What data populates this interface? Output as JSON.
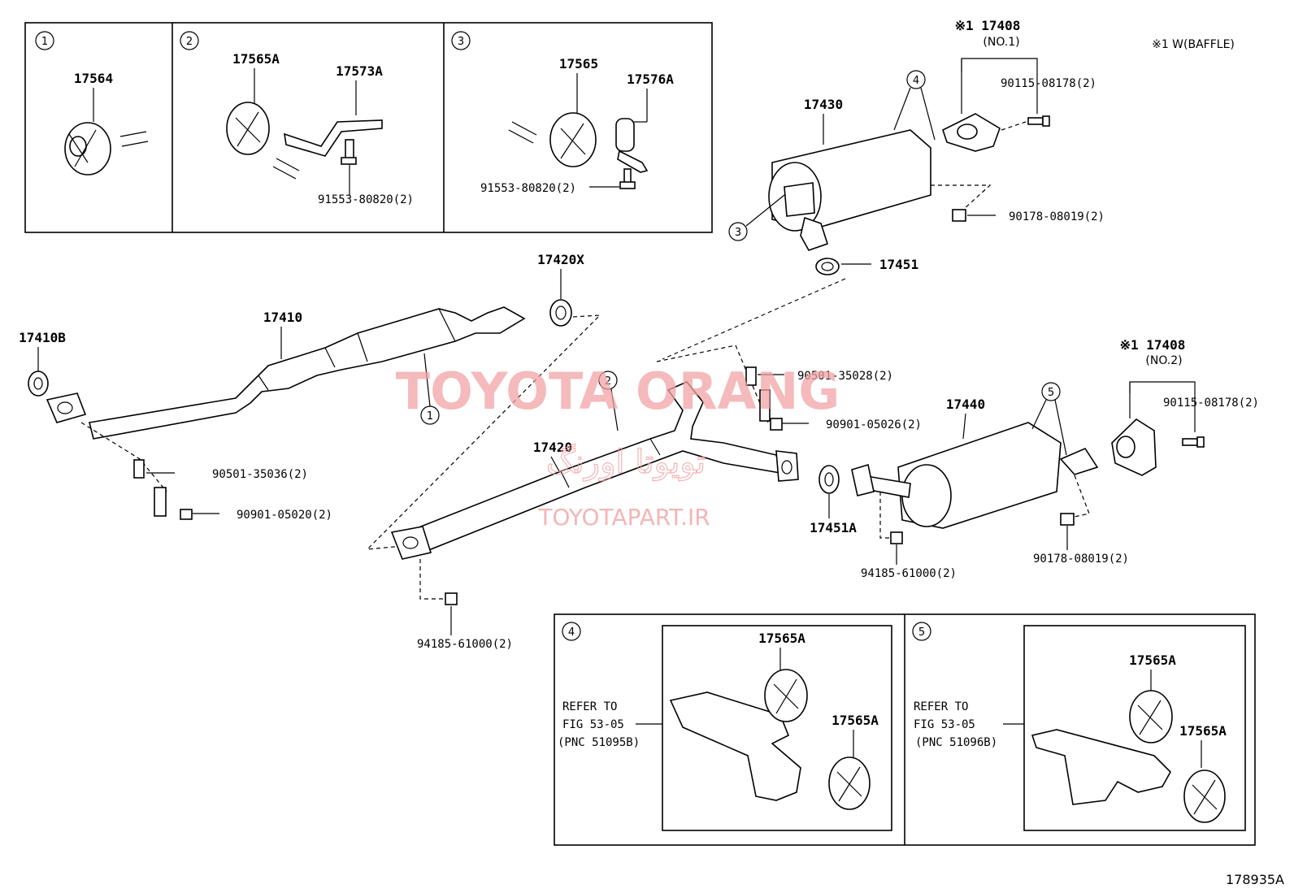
{
  "watermark": {
    "brand": "TOYOTA ORANG",
    "arabic": "تویوتا اورنگ",
    "url": "TOYOTAPART.IR"
  },
  "note": {
    "mark": "※1",
    "text": "※1 W(BAFFLE)"
  },
  "figure_number": "178935A",
  "insets": {
    "inset1": {
      "num": "1",
      "parts": [
        "17564"
      ]
    },
    "inset2": {
      "num": "2",
      "parts": [
        "17565A",
        "17573A",
        "91553-80820(2)"
      ]
    },
    "inset3": {
      "num": "3",
      "parts": [
        "17565",
        "17576A",
        "91553-80820(2)"
      ]
    },
    "inset4": {
      "num": "4",
      "refer": [
        "REFER TO",
        "FIG 53-05",
        "(PNC 51095B)"
      ],
      "parts": [
        "17565A",
        "17565A"
      ]
    },
    "inset5": {
      "num": "5",
      "refer": [
        "REFER TO",
        "FIG 53-05",
        "(PNC 51096B)"
      ],
      "parts": [
        "17565A",
        "17565A"
      ]
    }
  },
  "labels": {
    "p17408_top": "※1 17408",
    "p17408_top_sub": "(NO.1)",
    "p90115_top": "90115-08178(2)",
    "p17430": "17430",
    "p90178_top": "90178-08019(2)",
    "p17451": "17451",
    "p17420X": "17420X",
    "p17410": "17410",
    "p17410B": "17410B",
    "p90501_left": "90501-35036(2)",
    "p90901_left": "90901-05020(2)",
    "p90501_mid": "90501-35028(2)",
    "p90901_mid": "90901-05026(2)",
    "p17420": "17420",
    "p17440": "17440",
    "p17408_bot": "※1 17408",
    "p17408_bot_sub": "(NO.2)",
    "p90115_bot": "90115-08178(2)",
    "p17451A": "17451A",
    "p94185_right": "94185-61000(2)",
    "p90178_bot": "90178-08019(2)",
    "p94185_left": "94185-61000(2)"
  },
  "callouts": {
    "c4": "4",
    "c3": "3",
    "c1": "1",
    "c2": "2",
    "c5": "5"
  }
}
